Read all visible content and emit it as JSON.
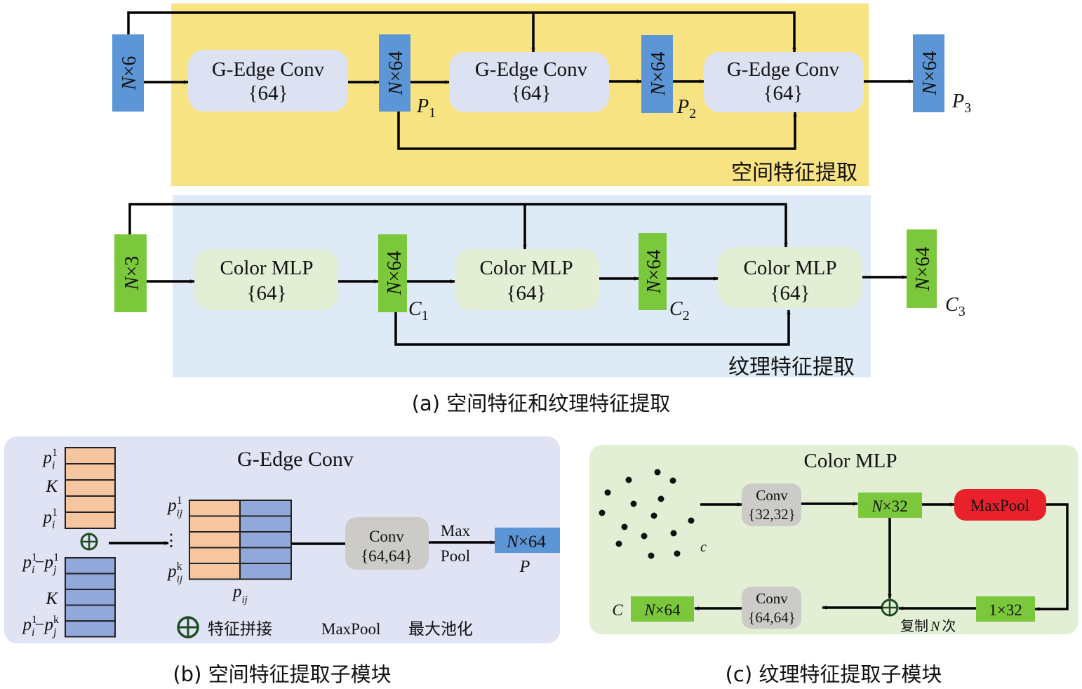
{
  "colors": {
    "spatial_bg": "#f8e382",
    "texture_bg": "#deebf6",
    "blue_tensor": "#5d96d6",
    "green_tensor": "#7cc83c",
    "gedge_block": "#dde2f2",
    "color_block": "#e2efd4",
    "panel_b_bg": "#dfe3f4",
    "panel_c_bg": "#e3efd5",
    "conv_gray": "#cccbc8",
    "maxpool_red": "#e8212a",
    "orange_cell": "#f6c6a0",
    "blue_cell": "#93a8da",
    "concat_green": "#1f4d23"
  },
  "panel_a": {
    "spatial": {
      "region_label": "空间特征提取",
      "input": {
        "n": "N",
        "dim": "×6"
      },
      "blocks": [
        {
          "name": "G-Edge Conv",
          "param": "{64}"
        },
        {
          "name": "G-Edge Conv",
          "param": "{64}"
        },
        {
          "name": "G-Edge Conv",
          "param": "{64}"
        }
      ],
      "outputs": [
        {
          "n": "N",
          "dim": "×64",
          "label": "P",
          "sub": "1"
        },
        {
          "n": "N",
          "dim": "×64",
          "label": "P",
          "sub": "2"
        },
        {
          "n": "N",
          "dim": "×64",
          "label": "P",
          "sub": "3"
        }
      ]
    },
    "texture": {
      "region_label": "纹理特征提取",
      "input": {
        "n": "N",
        "dim": "×3"
      },
      "blocks": [
        {
          "name": "Color MLP",
          "param": "{64}"
        },
        {
          "name": "Color MLP",
          "param": "{64}"
        },
        {
          "name": "Color MLP",
          "param": "{64}"
        }
      ],
      "outputs": [
        {
          "n": "N",
          "dim": "×64",
          "label": "C",
          "sub": "1"
        },
        {
          "n": "N",
          "dim": "×64",
          "label": "C",
          "sub": "2"
        },
        {
          "n": "N",
          "dim": "×64",
          "label": "C",
          "sub": "3"
        }
      ]
    },
    "caption": "(a) 空间特征和纹理特征提取"
  },
  "panel_b": {
    "title": "G-Edge Conv",
    "left_top_labels": [
      {
        "base": "p",
        "sup": "1",
        "sub": "i"
      },
      {
        "base": "K"
      },
      {
        "base": "p",
        "sup": "1",
        "sub": "i"
      }
    ],
    "left_bottom_labels": [
      {
        "a": "p",
        "a_sup": "1",
        "a_sub": "i",
        "b": "p",
        "b_sup": "1",
        "b_sub": "j"
      },
      {
        "base": "K"
      },
      {
        "a": "p",
        "a_sup": "1",
        "a_sub": "i",
        "b": "p",
        "b_sup": "k",
        "b_sub": "j"
      }
    ],
    "matrix_labels": [
      {
        "base": "p",
        "sup": "1",
        "sub": "ij"
      },
      {
        "base": "⋮"
      },
      {
        "base": "p",
        "sup": "k",
        "sub": "ij"
      }
    ],
    "matrix_caption": {
      "base": "p",
      "sub": "ij"
    },
    "conv": {
      "name": "Conv",
      "param": "{64,64}"
    },
    "pool_top": "Max",
    "pool_bottom": "Pool",
    "output": {
      "n": "N",
      "dim": "×64",
      "label": "P"
    },
    "legend_concat": "特征拼接",
    "legend_maxpool_en": "MaxPool",
    "legend_maxpool_cn": "最大池化",
    "caption": "(b) 空间特征提取子模块"
  },
  "panel_c": {
    "title": "Color MLP",
    "points_label": "c",
    "conv1": {
      "name": "Conv",
      "param": "{32,32}"
    },
    "mid": {
      "n": "N",
      "dim": "×32"
    },
    "maxpool": "MaxPool",
    "global": "1×32",
    "repeat_pre": "复制",
    "repeat_n": "N",
    "repeat_post": "次",
    "conv2": {
      "name": "Conv",
      "param": "{64,64}"
    },
    "output": {
      "n": "N",
      "dim": "×64",
      "label": "C"
    },
    "caption": "(c) 纹理特征提取子模块"
  }
}
